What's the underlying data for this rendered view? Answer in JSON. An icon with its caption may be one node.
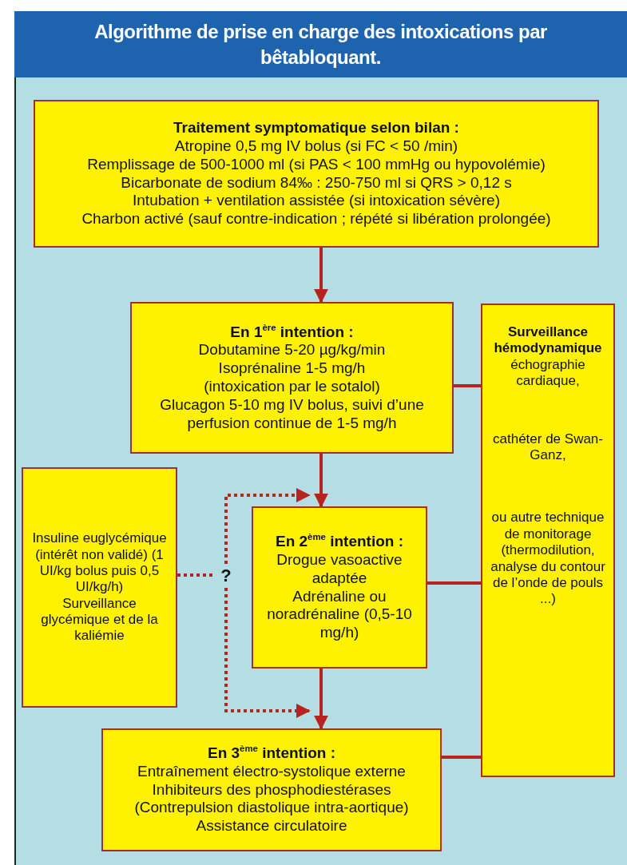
{
  "diagram": {
    "title": "Algorithme de prise en charge des intoxications par bêtabloquant.",
    "nodes": [
      {
        "text": [
          "Traitement symptomatique selon bilan :",
          "Atropine 0,5 mg IV bolus (si FC < 50 /min)",
          "Remplissage de 500-1000 ml (si PAS < 100 mmHg ou hypovolémie)",
          "Bicarbonate de sodium 84‰ : 250-750 ml si QRS > 0,12 s",
          "Intubation + ventilation assistée (si intoxication sévère)",
          "Charbon activé (sauf contre-indication ; répété si libération prolongée)"
        ]
      },
      {
        "text": [
          "En 1$^{ère}$ intention :",
          "Dobutamine 5-20 µg/kg/min",
          "Isoprénaline 1-5 mg/h",
          "(intoxication par le sotalol)",
          "Glucagon 5-10 mg IV bolus, suivi d’une perfusion continue de 1-5 mg/h"
        ]
      },
      {
        "text": [
          "Surveillance hémodynamique",
          "échographie cardiaque,",
          "cathéter de Swan-Ganz,",
          "ou autre technique de monitorage (thermodilution, analyse du contour de l’onde de pouls ...)"
        ]
      },
      {
        "text": [
          "Insuline euglycémique (intérêt non validé) (1 UI/kg bolus puis 0,5 UI/kg/h)",
          "Surveillance glycémique et de la kaliémie"
        ]
      },
      {
        "text": [
          "?"
        ]
      },
      {
        "text": [
          "En 2$^{ème}$ intention :",
          "Drogue vasoactive adaptée",
          "Adrénaline ou noradrénaline (0,5-10 mg/h)"
        ]
      },
      {
        "text": [
          "En 3$^{ème}$ intention :",
          "Entraînement électro-systolique externe",
          "Inhibiteurs des phosphodiestérases",
          "(Contrepulsion diastolique intra-aortique)",
          "Assistance circulatoire"
        ]
      }
    ],
    "edges": [
      {
        "from": 0,
        "to": 1,
        "arrow": "to"
      },
      {
        "from": 1,
        "to": 5,
        "arrow": "to"
      },
      {
        "from": 5,
        "to": 6,
        "arrow": "to"
      },
      {
        "from": 1,
        "to": 2,
        "arrow": "none"
      },
      {
        "from": 5,
        "to": 2,
        "arrow": "none"
      },
      {
        "from": 6,
        "to": 2,
        "arrow": "none"
      },
      {
        "from": 3,
        "to": 4,
        "arrow": "none",
        "style": "dashed"
      },
      {
        "from": 4,
        "to": 5,
        "arrow": "to",
        "style": "dashed"
      },
      {
        "from": 4,
        "to": 6,
        "arrow": "to",
        "style": "dashed"
      }
    ]
  }
}
